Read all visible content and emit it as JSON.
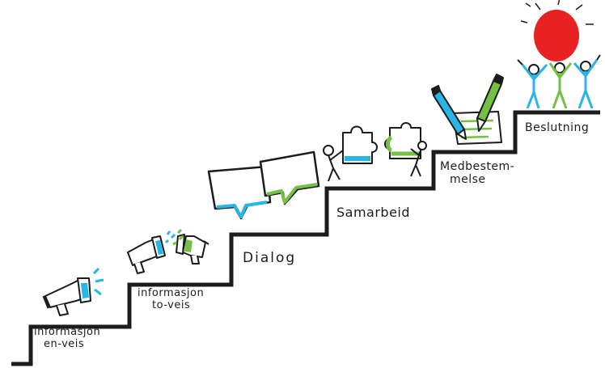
{
  "steps": [
    {
      "line1": "informasjon",
      "line2": "en-veis"
    },
    {
      "line1": "informasjon",
      "line2": "to-veis"
    },
    {
      "line1": "Dialog"
    },
    {
      "line1": "Samarbeid"
    },
    {
      "line1": "Medbestem-",
      "line2": "melse"
    },
    {
      "line1": "Beslutning"
    }
  ],
  "icons": [
    "megaphone-icon",
    "two-megaphones-icon",
    "speech-bubbles-icon",
    "puzzle-pieces-icon",
    "signing-pens-icon",
    "celebrating-people-balloon-icon"
  ],
  "colors": {
    "ink": "#1c1c1c",
    "blue": "#27b6e6",
    "green": "#74c043",
    "balloon": "#e82121"
  }
}
